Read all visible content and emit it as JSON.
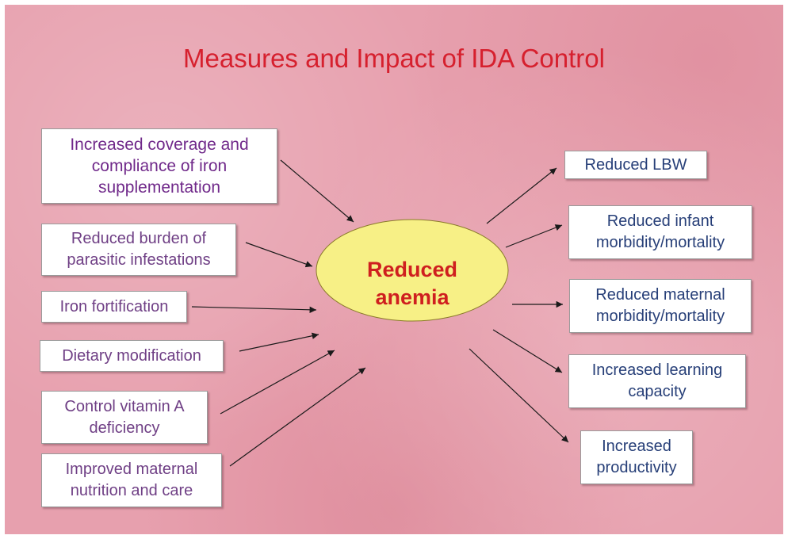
{
  "title": "Measures and Impact of IDA Control",
  "center": "Reduced\nanemia",
  "inputs": [
    "Increased coverage and compliance of iron supplementation",
    "Reduced burden of parasitic infestations",
    "Iron fortification",
    "Dietary modification",
    "Control vitamin A deficiency",
    "Improved maternal nutrition and care"
  ],
  "outputs": [
    "Reduced LBW",
    "Reduced infant morbidity/mortality",
    "Reduced maternal morbidity/mortality",
    "Increased learning capacity",
    "Increased productivity"
  ],
  "colors": {
    "background": "#e7a0ae",
    "title": "#d6202e",
    "center_fill": "#f7f086",
    "center_text": "#cf1f1f",
    "input_text": "#6f3f85",
    "output_text": "#273f78"
  }
}
